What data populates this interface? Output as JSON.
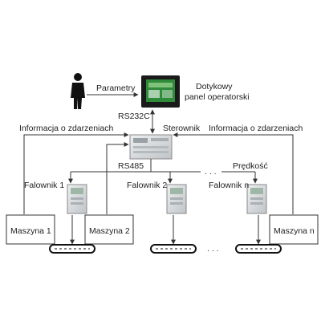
{
  "labels": {
    "parameters": "Parametry",
    "touch_panel_line1": "Dotykowy",
    "touch_panel_line2": "panel operatorski",
    "rs232": "RS232C",
    "controller": "Sterownik",
    "events_left": "Informacja o zdarzeniach",
    "events_right": "Informacja o zdarzeniach",
    "rs485": "RS485",
    "speed": "Prędkość",
    "inverter1": "Falownik 1",
    "inverter2": "Falownik 2",
    "inverter_n": "Falownik n",
    "machine1": "Maszyna 1",
    "machine2": "Maszyna 2",
    "machine_n": "Maszyna n",
    "dots_bus": ". . .",
    "dots_conveyor": ". . ."
  },
  "colors": {
    "line": "#333333",
    "screen_green": "#2f8a3a",
    "device_gray": "#cfd3d6",
    "person": "#111111"
  }
}
